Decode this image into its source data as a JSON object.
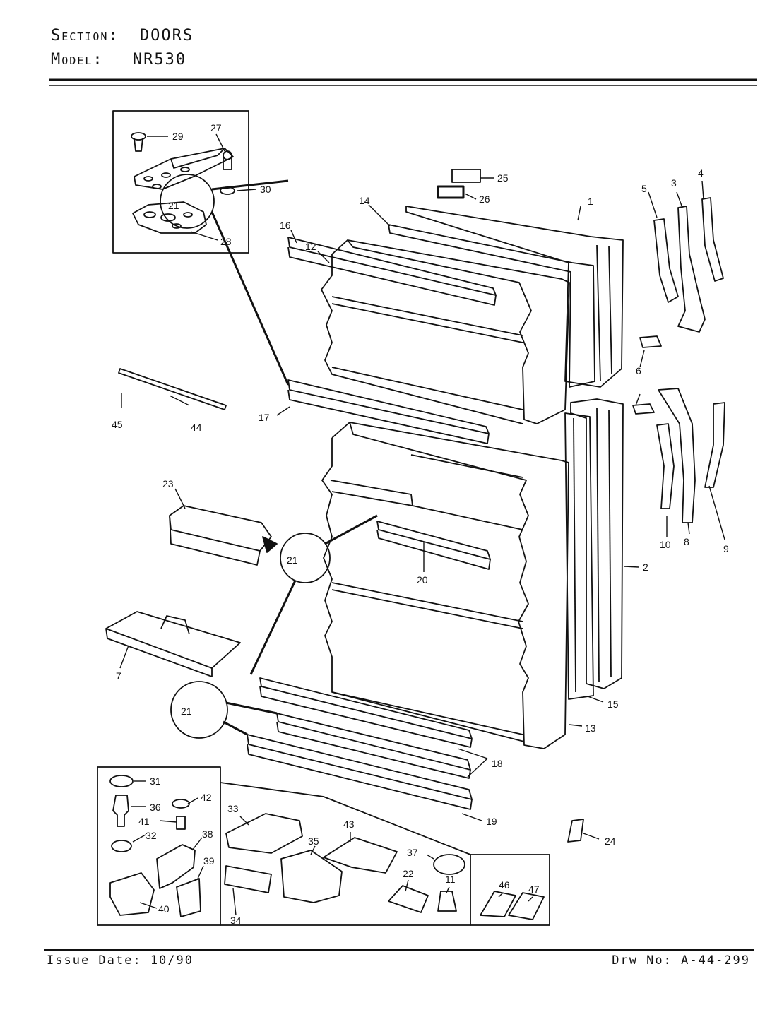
{
  "header": {
    "section_label": "Section:",
    "section_value": "DOORS",
    "model_label": "Model:",
    "model_value": "NR530"
  },
  "footer": {
    "issue_date": "Issue Date: 10/90",
    "drawing_no": "Drw No: A-44-299"
  },
  "callouts": [
    "1",
    "2",
    "3",
    "4",
    "5",
    "6",
    "7",
    "8",
    "9",
    "10",
    "11",
    "12",
    "13",
    "14",
    "15",
    "16",
    "17",
    "18",
    "19",
    "20",
    "21",
    "22",
    "23",
    "24",
    "25",
    "26",
    "27",
    "28",
    "29",
    "30",
    "31",
    "32",
    "33",
    "34",
    "35",
    "36",
    "37",
    "38",
    "39",
    "40",
    "41",
    "42",
    "43",
    "44",
    "45",
    "46",
    "47"
  ]
}
